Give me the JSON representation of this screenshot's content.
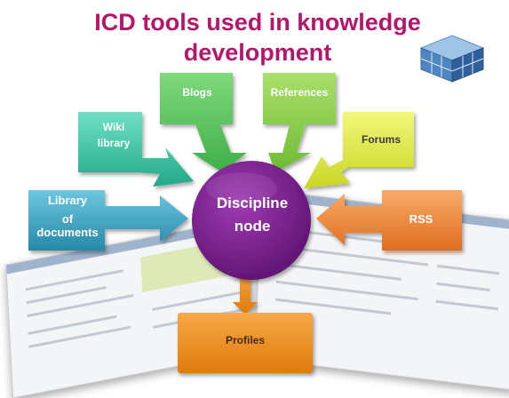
{
  "title": "ICD tools used in knowledge development",
  "center": {
    "label_line1": "Discipline",
    "label_line2": "node",
    "color": "#7a1f8a"
  },
  "nodes": {
    "blogs": {
      "label": "Blogs",
      "color": "#58c15a"
    },
    "references": {
      "label": "References",
      "color": "#8ccf4a"
    },
    "wiki": {
      "label_line1": "Wiki",
      "label_line2": "library",
      "color": "#37c2a2"
    },
    "forums": {
      "label": "Forums",
      "color": "#dde83a"
    },
    "library": {
      "label_line1": "Library",
      "label_line2": "of",
      "label_line3": "documents",
      "color": "#3da6c4"
    },
    "rss": {
      "label": "RSS",
      "color": "#f0893a"
    },
    "profiles": {
      "label": "Profiles",
      "color": "#f08f1e"
    }
  }
}
